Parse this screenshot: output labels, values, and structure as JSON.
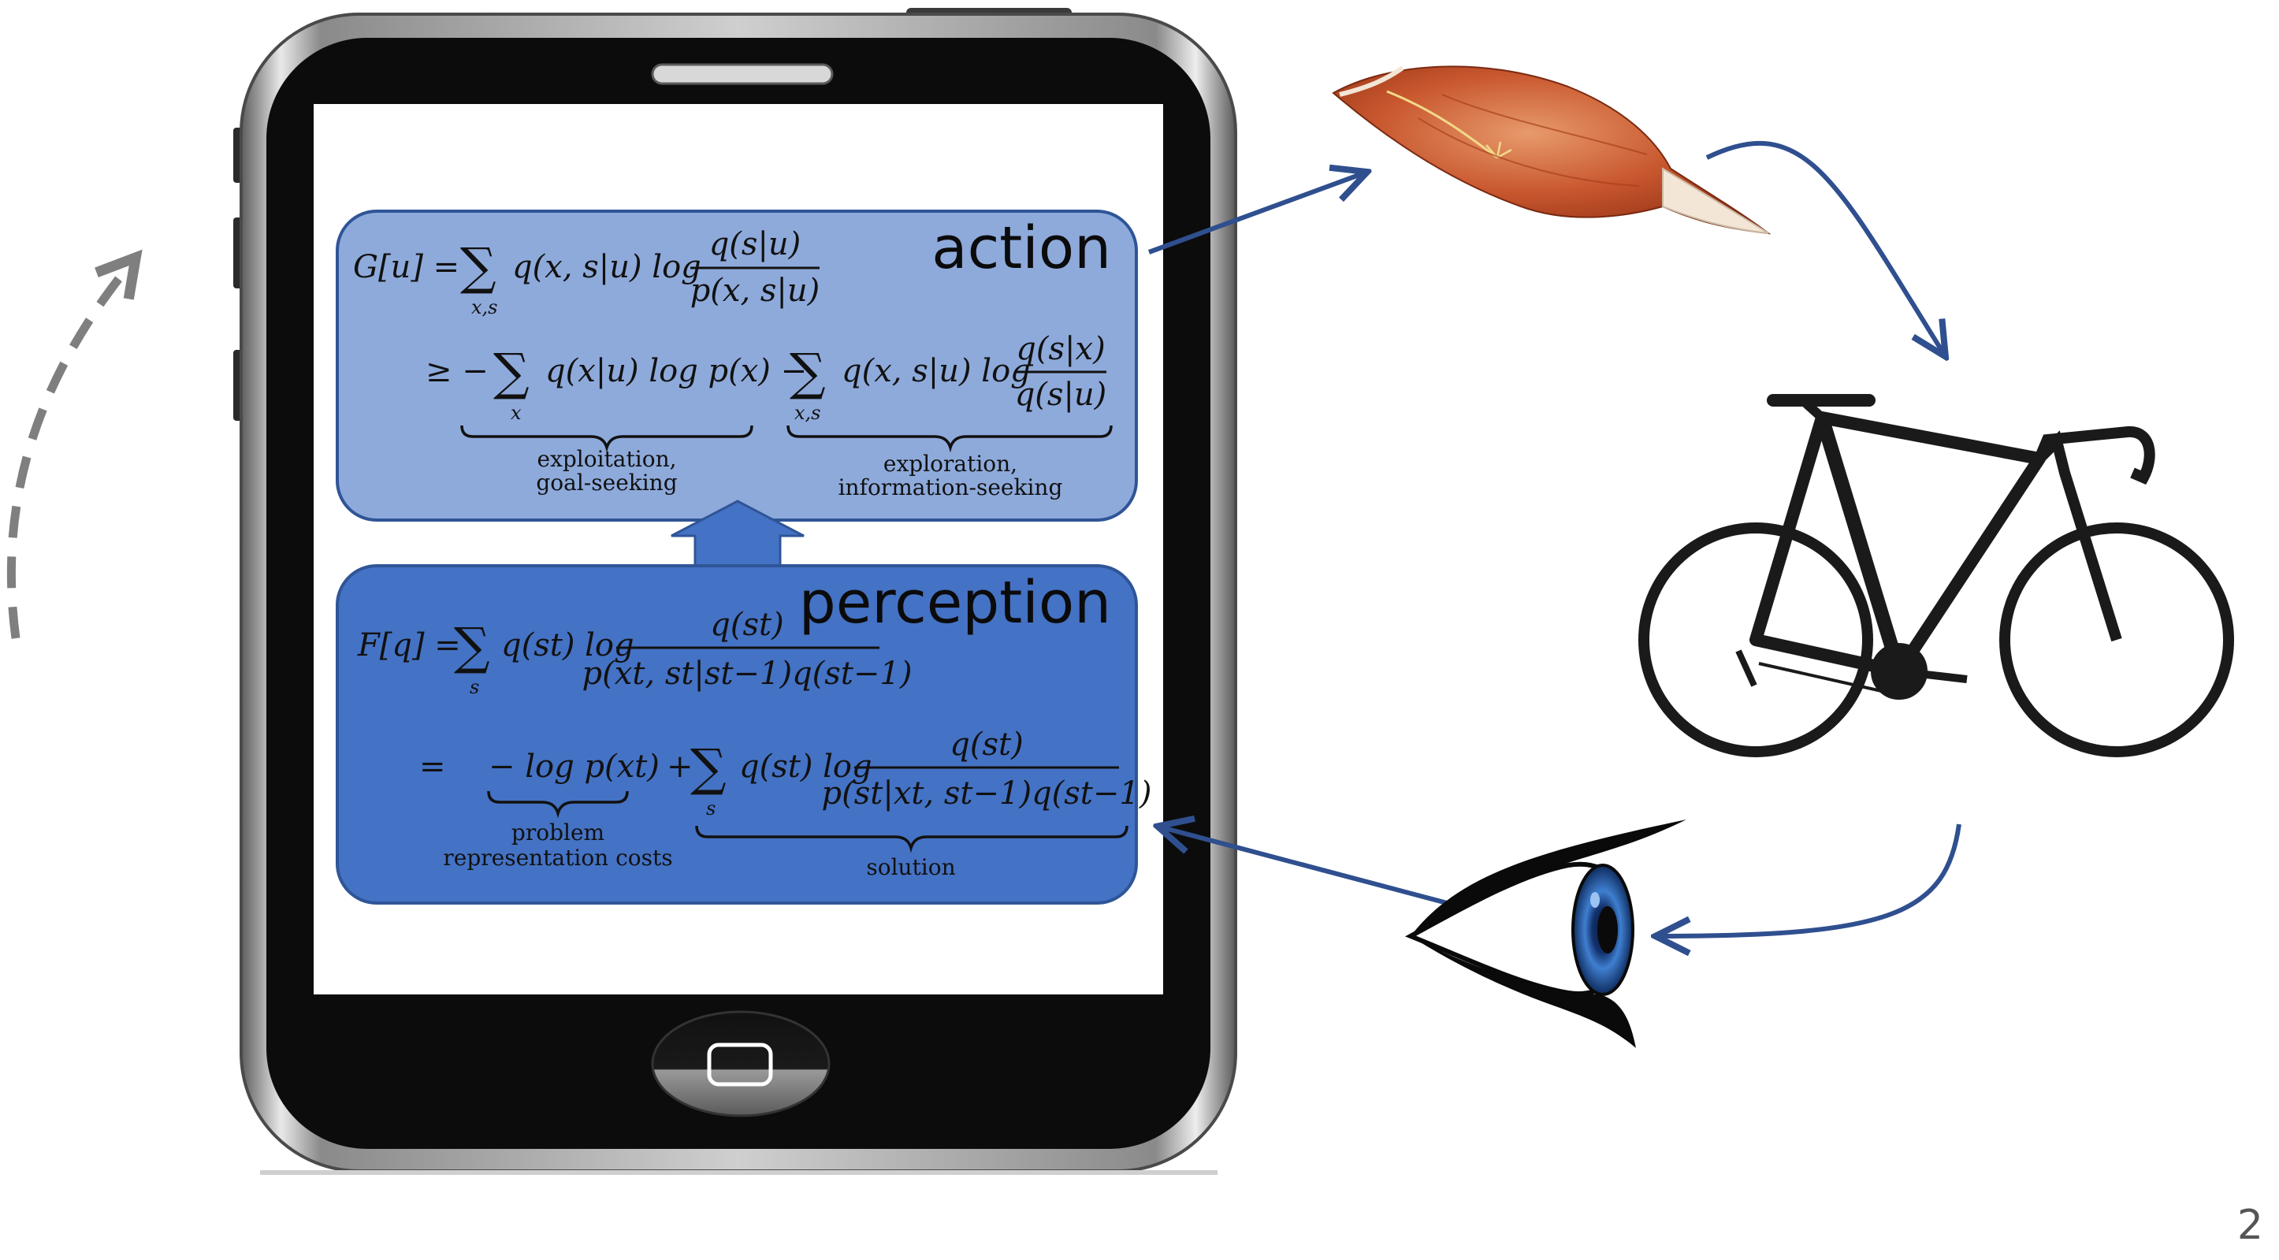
{
  "action_box": {
    "title": "action",
    "eq1": {
      "lhs": "G[u] =",
      "sum_sub": "x,s",
      "term": "q(x, s|u) log",
      "frac_num": "q(s|u)",
      "frac_den": "p(x, s|u)"
    },
    "eq2": {
      "lhs": "≥ −",
      "sum1_sub": "x",
      "term1": "q(x|u) log p(x) −",
      "sum2_sub": "x,s",
      "term2": "q(x, s|u) log",
      "frac_num": "q(s|x)",
      "frac_den": "q(s|u)"
    },
    "brace1_line1": "exploitation,",
    "brace1_line2": "goal-seeking",
    "brace2_line1": "exploration,",
    "brace2_line2": "information-seeking"
  },
  "perception_box": {
    "title": "perception",
    "eq1": {
      "lhs": "F[q] =",
      "sum_sub": "s",
      "term": "q(st) log",
      "frac_num": "q(st)",
      "frac_den": "p(xt, st|st−1)q(st−1)"
    },
    "eq2": {
      "lhs": "=",
      "term1": "− log p(xt)",
      "plus": "+",
      "sum_sub": "s",
      "term2": "q(st) log",
      "frac_num": "q(st)",
      "frac_den": "p(st|xt, st−1)q(st−1)"
    },
    "brace1_line1": "problem",
    "brace1_line2": "representation costs",
    "brace2_line1": "solution"
  },
  "page_number": "2",
  "colors": {
    "action_fill": "#8eaadb",
    "perception_fill": "#4472c4",
    "box_stroke": "#2f5597",
    "arrow_blue": "#2f4f8f",
    "dashed_arrow": "#7f7f7f"
  },
  "icons": [
    "phone-icon",
    "muscle-icon",
    "bicycle-icon",
    "eye-icon",
    "up-arrow-icon"
  ]
}
